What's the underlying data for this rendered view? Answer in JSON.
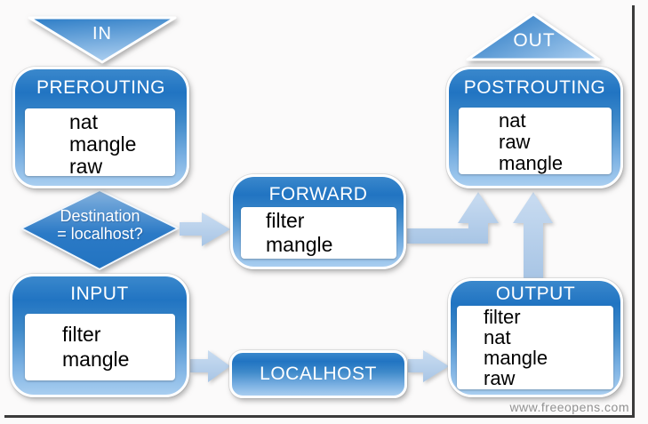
{
  "diagram": {
    "entry_marker": {
      "label": "IN"
    },
    "exit_marker": {
      "label": "OUT"
    },
    "decision": {
      "lines": [
        "Destination",
        "= localhost?"
      ]
    },
    "chains": [
      {
        "key": "prerouting",
        "title": "PREROUTING",
        "tables": [
          "nat",
          "mangle",
          "raw"
        ]
      },
      {
        "key": "forward",
        "title": "FORWARD",
        "tables": [
          "filter",
          "mangle"
        ]
      },
      {
        "key": "input",
        "title": "INPUT",
        "tables": [
          "filter",
          "mangle"
        ]
      },
      {
        "key": "localhost",
        "title": "LOCALHOST",
        "tables": []
      },
      {
        "key": "output",
        "title": "OUTPUT",
        "tables": [
          "filter",
          "nat",
          "mangle",
          "raw"
        ]
      },
      {
        "key": "postrouting",
        "title": "POSTROUTING",
        "tables": [
          "nat",
          "raw",
          "mangle"
        ]
      }
    ],
    "colors": {
      "box_gradient_top": "#2e80c8",
      "box_gradient_bottom": "#a9cef0",
      "arrow_fill": "#b9d2ec",
      "title_text": "#ffffff",
      "table_text": "#000000",
      "frame_line": "#3b3b3b",
      "watermark_text": "#919191"
    }
  },
  "footer": {
    "watermark": "www.freeopens.com"
  }
}
